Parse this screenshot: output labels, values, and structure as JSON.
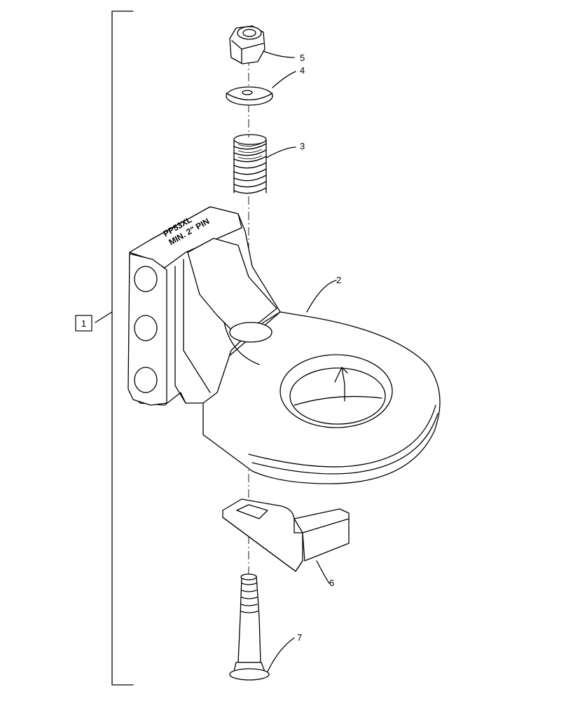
{
  "assembly": {
    "callout": "1"
  },
  "parts": [
    {
      "callout": "2"
    },
    {
      "callout": "3"
    },
    {
      "callout": "4"
    },
    {
      "callout": "5"
    },
    {
      "callout": "6"
    },
    {
      "callout": "7"
    }
  ],
  "emboss": {
    "line1": "PP53XL",
    "line2": "MIN. 2\" PIN"
  }
}
